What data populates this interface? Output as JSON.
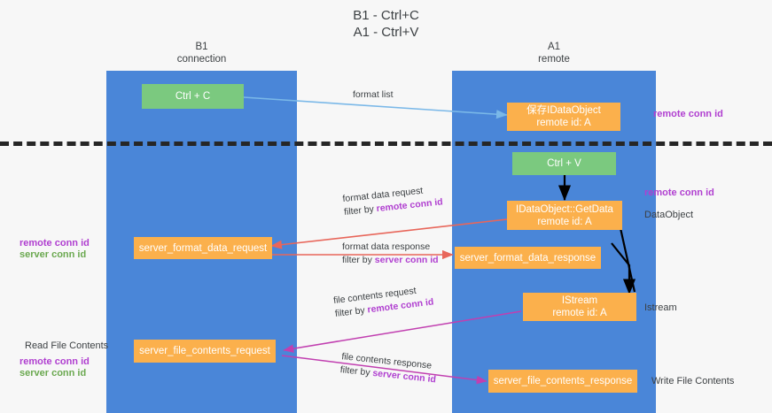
{
  "title": "B1 - Ctrl+C\nA1 - Ctrl+V",
  "colors": {
    "lane": "#4a86d8",
    "box_orange": "#fbb04c",
    "box_green": "#7bc97f",
    "purple": "#b03fd0",
    "green": "#6aa84f",
    "divider": "#262626",
    "arrow_blue": "#7ab8e8",
    "arrow_red": "#e8665a",
    "arrow_black": "#000000",
    "arrow_magenta": "#c13fb0"
  },
  "lanes": [
    {
      "id": "b1",
      "name": "B1",
      "sub": "connection"
    },
    {
      "id": "a1",
      "name": "A1",
      "sub": "remote"
    }
  ],
  "boxes": {
    "ctrl_c": {
      "line1": "Ctrl + C",
      "line2": ""
    },
    "save_idataobject": {
      "line1": "保存IDataObject",
      "line2": "remote id: A"
    },
    "ctrl_v": {
      "line1": "Ctrl + V",
      "line2": ""
    },
    "getdata": {
      "line1": "IDataObject::GetData",
      "line2": "remote id: A"
    },
    "server_format_data_request": {
      "line1": "server_format_data_request",
      "line2": ""
    },
    "server_format_data_response": {
      "line1": "server_format_data_response",
      "line2": ""
    },
    "istream": {
      "line1": "IStream",
      "line2": "remote id: A"
    },
    "server_file_contents_request": {
      "line1": "server_file_contents_request",
      "line2": ""
    },
    "server_file_contents_response": {
      "line1": "server_file_contents_response",
      "line2": ""
    }
  },
  "edge_labels": {
    "format_list": "format list",
    "format_data_request": "format data request",
    "format_data_request_filter_prefix": "filter by ",
    "format_data_request_filter_key": "remote conn id",
    "format_data_response": "format data response",
    "format_data_response_filter_prefix": "filter by ",
    "format_data_response_filter_key": "server conn id",
    "file_contents_request": "file contents request",
    "file_contents_request_filter_prefix": "filter by ",
    "file_contents_request_filter_key": "remote conn id",
    "file_contents_response": "file contents response",
    "file_contents_response_filter_prefix": "filter by ",
    "file_contents_response_filter_key": "server conn id"
  },
  "side_notes": {
    "right_remote_conn_id_top": "remote conn id",
    "right_remote_conn_id_mid": "remote conn id",
    "right_dataobject": "DataObject",
    "right_istream": "Istream",
    "right_write_file_contents": "Write File Contents",
    "left_remote_conn_id": "remote conn id",
    "left_server_conn_id": "server conn id",
    "left_read_file_contents": "Read File Contents",
    "left_remote_conn_id_2": "remote conn id",
    "left_server_conn_id_2": "server conn id"
  }
}
